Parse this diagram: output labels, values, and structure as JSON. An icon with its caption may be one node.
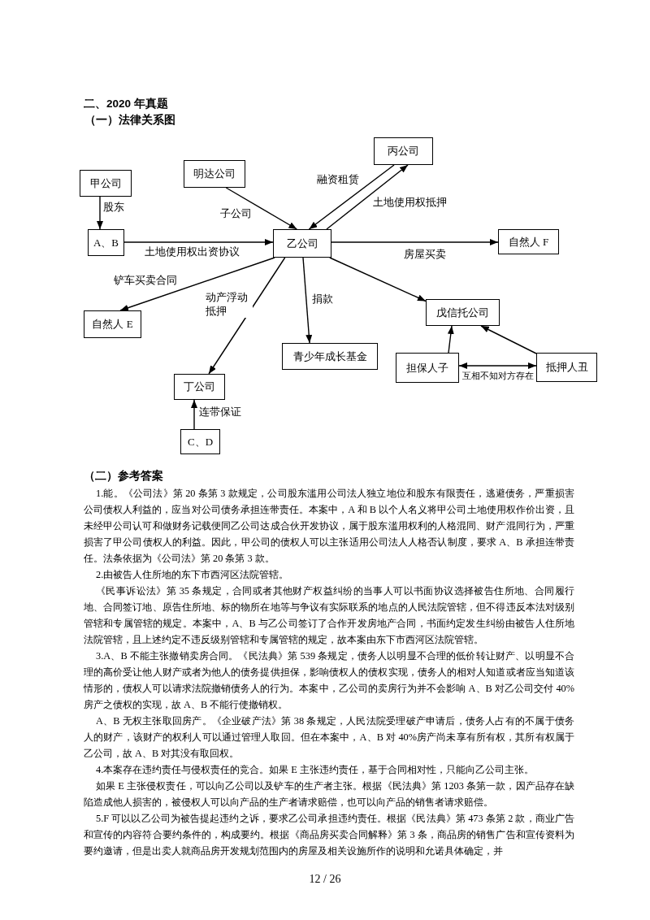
{
  "diagram": {
    "title": "二、2020 年真题",
    "nodes": [
      {
        "text": [
          "甲公司"
        ]
      },
      {
        "text": [
          "A、B"
        ]
      },
      {
        "text": [
          "明达公司"
        ]
      },
      {
        "text": [
          "乙公司"
        ]
      },
      {
        "text": [
          "丙公司"
        ]
      },
      {
        "text": [
          "自然人 F"
        ]
      },
      {
        "text": [
          "自然人 E"
        ]
      },
      {
        "text": [
          "丁公司"
        ]
      },
      {
        "text": [
          "青少年成长基金"
        ]
      },
      {
        "text": [
          "戊信托公司"
        ]
      },
      {
        "text": [
          "担保人子"
        ]
      },
      {
        "text": [
          "抵押人丑"
        ]
      },
      {
        "text": [
          "C、D"
        ]
      }
    ],
    "edges": [
      {
        "from": 0,
        "to": 1,
        "arrow": "to",
        "label": "股东"
      },
      {
        "from": 2,
        "to": 3,
        "arrow": "to",
        "label": "子公司"
      },
      {
        "from": 1,
        "to": 3,
        "arrow": "to",
        "label": "土地使用权出资协议"
      },
      {
        "from": 4,
        "to": 3,
        "arrow": "to",
        "label": "融资租赁"
      },
      {
        "from": 3,
        "to": 4,
        "arrow": "to",
        "label": "土地使用权抵押"
      },
      {
        "from": 3,
        "to": 5,
        "arrow": "to",
        "label": "房屋买卖"
      },
      {
        "from": 3,
        "to": 6,
        "arrow": "to",
        "label": "铲车买卖合同"
      },
      {
        "from": 3,
        "to": 7,
        "arrow": "to",
        "label": "动产浮动抵押"
      },
      {
        "from": 3,
        "to": 8,
        "arrow": "to",
        "label": "捐款"
      },
      {
        "from": 3,
        "to": 9,
        "arrow": "to"
      },
      {
        "from": 10,
        "to": 9,
        "arrow": "to"
      },
      {
        "from": 11,
        "to": 9,
        "arrow": "to"
      },
      {
        "from": 10,
        "to": 11,
        "arrow": "both",
        "label": "互相不知对方存在"
      },
      {
        "from": 12,
        "to": 7,
        "arrow": "to",
        "label": "连带保证"
      }
    ],
    "labels": [
      "（一）法律关系图",
      "（二）参考答案",
      "1.能。《公司法》第 20 条第 3 款规定，公司股东滥用公司法人独立地位和股东有限责任，逃避债务，严重损害公司债权人利益的，应当对公司债务承担连带责任。本案中，A 和 B 以个人名义将甲公司土地使用权作价出资，且未经甲公司认可和做财务记载便同乙公司达成合伙开发协议，属于股东滥用权利的人格混同、财产混同行为，严重损害了甲公司债权人的利益。因此，甲公司的债权人可以主张适用公司法人人格否认制度，要求 A、B 承担连带责任。法条依据为《公司法》第 20 条第 3 款。",
      "2.由被告人住所地的东下市西河区法院管辖。",
      "《民事诉讼法》第 35 条规定，合同或者其他财产权益纠纷的当事人可以书面协议选择被告住所地、合同履行地、合同签订地、原告住所地、标的物所在地等与争议有实际联系的地点的人民法院管辖，但不得违反本法对级别管辖和专属管辖的规定。本案中，A、B 与乙公司签订了合作开发房地产合同，书面约定发生纠纷由被告人住所地法院管辖，且上述约定不违反级别管辖和专属管辖的规定，故本案由东下市西河区法院管辖。",
      "3.A、B 不能主张撤销卖房合同。《民法典》第 539 条规定，债务人以明显不合理的低价转让财产、以明显不合理的高价受让他人财产或者为他人的债务提供担保，影响债权人的债权实现，债务人的相对人知道或者应当知道该情形的，债权人可以请求法院撤销债务人的行为。本案中，乙公司的卖房行为并不会影响 A、B 对乙公司交付 40%房产之债权的实现，故 A、B 不能行使撤销权。",
      "A、B 无权主张取回房产。《企业破产法》第 38 条规定，人民法院受理破产申请后，债务人占有的不属于债务人的财产，该财产的权利人可以通过管理人取回。但在本案中，A、B 对 40%房产尚未享有所有权，其所有权属于乙公司，故 A、B 对其没有取回权。",
      "4.本案存在违约责任与侵权责任的竞合。如果 E 主张违约责任，基于合同相对性，只能向乙公司主张。",
      "如果 E 主张侵权责任，可以向乙公司以及铲车的生产者主张。根据《民法典》第 1203 条第一款，因产品存在缺陷造成他人损害的，被侵权人可以向产品的生产者请求赔偿，也可以向产品的销售者请求赔偿。",
      "5.F 可以以乙公司为被告提起违约之诉，要求乙公司承担违约责任。根据《民法典》第 473 条第 2 款，商业广告和宣传的内容符合要约条件的，构成要约。根据《商品房买卖合同解释》第 3 条，商品房的销售广告和宣传资料为要约邀请，但是出卖人就商品房开发规划范围内的房屋及相关设施所作的说明和允诺具体确定，并",
      "12 / 26"
    ]
  }
}
